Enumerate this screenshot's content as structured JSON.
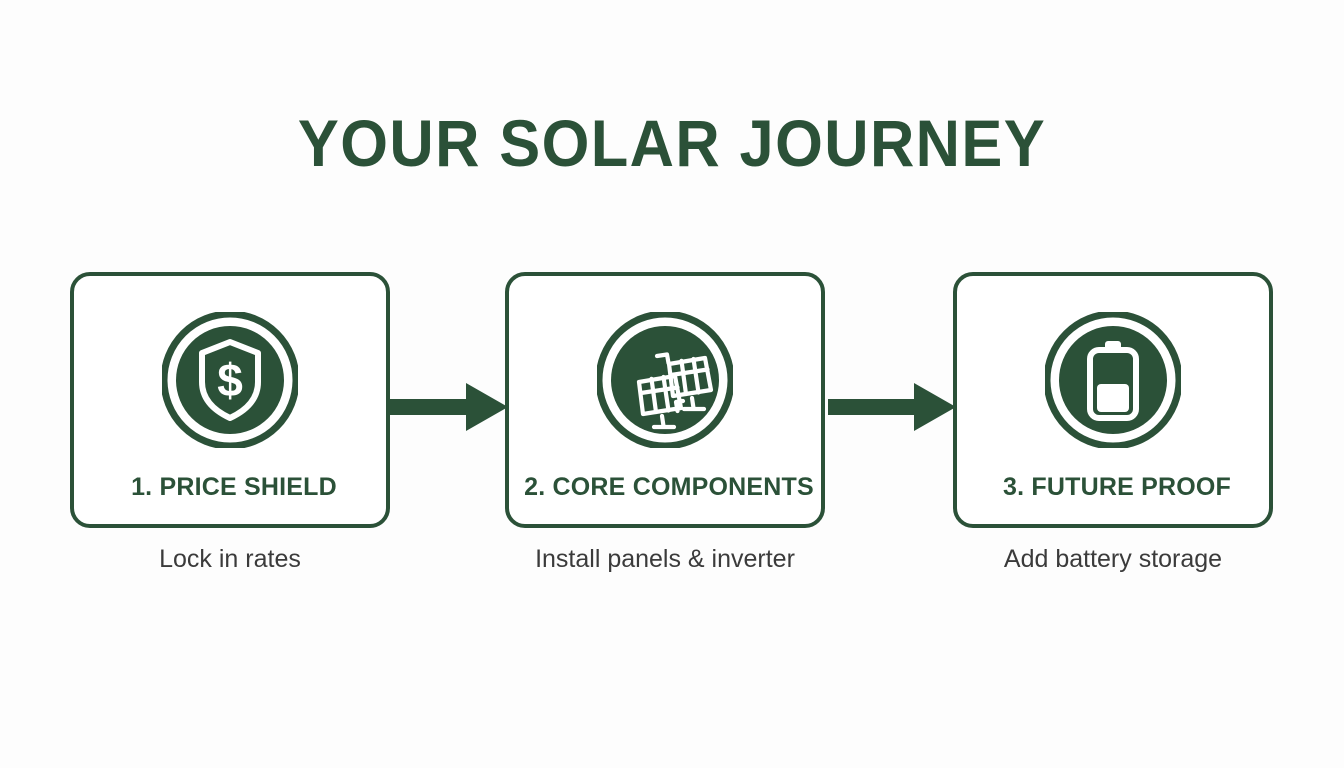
{
  "page": {
    "title": "YOUR SOLAR JOURNEY",
    "background_color": "#fdfdfd",
    "brand_green": "#2b5138",
    "caption_color": "#3b3b3b"
  },
  "steps": [
    {
      "label": "1. PRICE SHIELD",
      "caption": "Lock in rates",
      "icon": "shield-dollar-icon"
    },
    {
      "label": "2. CORE COMPONENTS",
      "caption": "Install panels & inverter",
      "icon": "solar-panels-icon"
    },
    {
      "label": "3. FUTURE PROOF",
      "caption": "Add battery storage",
      "icon": "battery-icon"
    }
  ],
  "connectors": [
    {
      "name": "arrow-right-icon"
    },
    {
      "name": "arrow-right-icon"
    }
  ]
}
